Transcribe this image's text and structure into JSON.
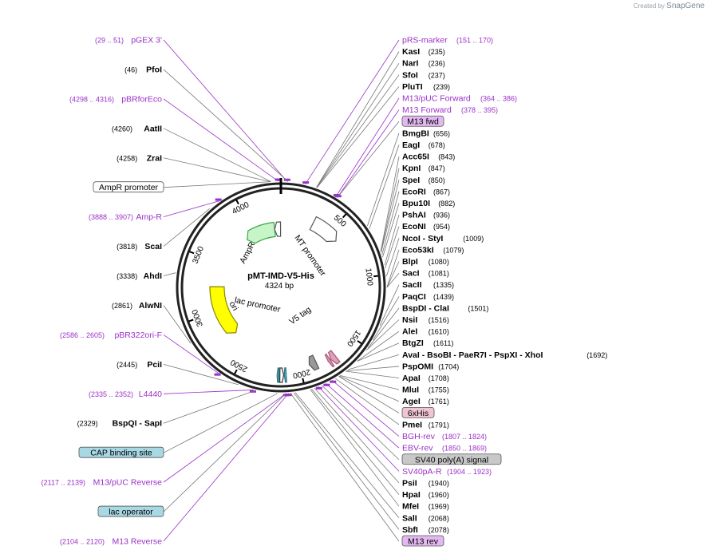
{
  "watermark": {
    "prefix": "Created by",
    "brand": "SnapGene"
  },
  "plasmid": {
    "name": "pMT-IMD-V5-His",
    "length": "4324 bp",
    "total_bp": 4324
  },
  "ticks": [
    {
      "label": "500",
      "bp": 500
    },
    {
      "label": "1000",
      "bp": 1000
    },
    {
      "label": "1500",
      "bp": 1500
    },
    {
      "label": "2000",
      "bp": 2000
    },
    {
      "label": "2500",
      "bp": 2500
    },
    {
      "label": "3000",
      "bp": 3000
    },
    {
      "label": "3500",
      "bp": 3500
    },
    {
      "label": "4000",
      "bp": 4000
    }
  ],
  "features": [
    {
      "label": "AmpR",
      "start": 3900,
      "end": 4250,
      "color": "#c8f5c8",
      "stroke": "#3aa64a",
      "dir": -1,
      "r": 73
    },
    {
      "label": "AmpR promoter",
      "start": 4250,
      "end": 4320,
      "color": "#ffffff",
      "stroke": "#555555",
      "dir": -1,
      "r": 73
    },
    {
      "label": "ori",
      "start": 2700,
      "end": 3250,
      "color": "#ffff00",
      "stroke": "#888800",
      "dir": -1,
      "r": 80
    },
    {
      "label": "MT promoter",
      "start": 320,
      "end": 600,
      "color": "#ffffff",
      "stroke": "#555555",
      "dir": 1,
      "r": 90
    },
    {
      "label": "V5 tag",
      "start": 1700,
      "end": 1745,
      "color": "#dda0b8",
      "stroke": "#aa5577",
      "dir": 1,
      "r": 110
    },
    {
      "label": "6xHis",
      "start": 1752,
      "end": 1770,
      "color": "#dda0b8",
      "stroke": "#aa5577",
      "dir": 1,
      "r": 110
    },
    {
      "label": "lac promoter",
      "start": 2140,
      "end": 2170,
      "color": "#ffffff",
      "stroke": "#333333",
      "dir": -1,
      "r": 110
    },
    {
      "label": "lac operator",
      "start": 2120,
      "end": 2135,
      "color": "#5ab4c8",
      "stroke": "#2a7488",
      "dir": 1,
      "r": 110
    },
    {
      "label": "CAP binding site",
      "start": 2178,
      "end": 2192,
      "color": "#5ab4c8",
      "stroke": "#2a7488",
      "dir": 1,
      "r": 110
    },
    {
      "label": "SV40 poly(A) signal",
      "start": 1860,
      "end": 1920,
      "color": "#999999",
      "stroke": "#555555",
      "dir": 1,
      "r": 103
    }
  ],
  "center_labels": [
    {
      "text": "AmpR",
      "rot": -62
    },
    {
      "text": "MT promoter",
      "rot": 55
    },
    {
      "text": "ori",
      "rot": 60
    },
    {
      "text": "lac promoter",
      "rot": 12
    },
    {
      "text": "V5 tag",
      "rot": -35
    }
  ],
  "annotations": [
    {
      "name": "(29 .. 51)",
      "label": "pGEX 3'",
      "kind": "primer",
      "bp": 40,
      "side": "left"
    },
    {
      "name": "(46)",
      "label": "PfoI",
      "kind": "enzyme",
      "bp": 46,
      "side": "left"
    },
    {
      "name": "(4298 .. 4316)",
      "label": "pBRforEco",
      "kind": "primer",
      "bp": 4307,
      "side": "left"
    },
    {
      "name": "(4260)",
      "label": "AatII",
      "kind": "enzyme",
      "bp": 4260,
      "side": "left"
    },
    {
      "name": "(4258)",
      "label": "ZraI",
      "kind": "enzyme",
      "bp": 4258,
      "side": "left"
    },
    {
      "name": "",
      "label": "AmpR promoter",
      "kind": "box-white",
      "bp": 4250,
      "side": "left"
    },
    {
      "name": "(3888 .. 3907)",
      "label": "Amp-R",
      "kind": "primer",
      "bp": 3898,
      "side": "left"
    },
    {
      "name": "(3818)",
      "label": "ScaI",
      "kind": "enzyme",
      "bp": 3818,
      "side": "left"
    },
    {
      "name": "(3338)",
      "label": "AhdI",
      "kind": "enzyme",
      "bp": 3338,
      "side": "left"
    },
    {
      "name": "(2861)",
      "label": "AlwNI",
      "kind": "enzyme",
      "bp": 2861,
      "side": "left"
    },
    {
      "name": "(2586 .. 2605)",
      "label": "pBR322ori-F",
      "kind": "primer",
      "bp": 2595,
      "side": "left"
    },
    {
      "name": "(2445)",
      "label": "PciI",
      "kind": "enzyme",
      "bp": 2445,
      "side": "left"
    },
    {
      "name": "(2335 .. 2352)",
      "label": "L4440",
      "kind": "primer",
      "bp": 2343,
      "side": "left"
    },
    {
      "name": "(2329)",
      "label": "BspQI - SapI",
      "kind": "enzyme",
      "bp": 2329,
      "side": "left"
    },
    {
      "name": "",
      "label": "CAP binding site",
      "kind": "box-teal",
      "bp": 2185,
      "side": "left"
    },
    {
      "name": "(2117 .. 2139)",
      "label": "M13/pUC Reverse",
      "kind": "primer",
      "bp": 2128,
      "side": "left"
    },
    {
      "name": "",
      "label": "lac operator",
      "kind": "box-teal",
      "bp": 2128,
      "side": "left"
    },
    {
      "name": "(2104 .. 2120)",
      "label": "M13 Reverse",
      "kind": "primer",
      "bp": 2112,
      "side": "left"
    },
    {
      "name": "",
      "label": "pRS-marker",
      "kind": "primer",
      "bp": 160,
      "side": "right",
      "range": "(151 .. 170)"
    },
    {
      "name": "(235)",
      "label": "KasI",
      "kind": "enzyme",
      "bp": 235,
      "side": "right"
    },
    {
      "name": "(236)",
      "label": "NarI",
      "kind": "enzyme",
      "bp": 236,
      "side": "right"
    },
    {
      "name": "(237)",
      "label": "SfoI",
      "kind": "enzyme",
      "bp": 237,
      "side": "right"
    },
    {
      "name": "(239)",
      "label": "PluTI",
      "kind": "enzyme",
      "bp": 239,
      "side": "right"
    },
    {
      "name": "(364 .. 386)",
      "label": "M13/pUC Forward",
      "kind": "primer",
      "bp": 375,
      "side": "right"
    },
    {
      "name": "(378 .. 395)",
      "label": "M13 Forward",
      "kind": "primer",
      "bp": 386,
      "side": "right"
    },
    {
      "name": "",
      "label": "M13 fwd",
      "kind": "box-purple",
      "bp": 386,
      "side": "right"
    },
    {
      "name": "(656)",
      "label": "BmgBI",
      "kind": "enzyme",
      "bp": 656,
      "side": "right"
    },
    {
      "name": "(678)",
      "label": "EagI",
      "kind": "enzyme",
      "bp": 678,
      "side": "right"
    },
    {
      "name": "(843)",
      "label": "Acc65I",
      "kind": "enzyme",
      "bp": 843,
      "side": "right"
    },
    {
      "name": "(847)",
      "label": "KpnI",
      "kind": "enzyme",
      "bp": 847,
      "side": "right"
    },
    {
      "name": "(850)",
      "label": "SpeI",
      "kind": "enzyme",
      "bp": 850,
      "side": "right"
    },
    {
      "name": "(867)",
      "label": "EcoRI",
      "kind": "enzyme",
      "bp": 867,
      "side": "right"
    },
    {
      "name": "(882)",
      "label": "Bpu10I",
      "kind": "enzyme",
      "bp": 882,
      "side": "right"
    },
    {
      "name": "(936)",
      "label": "PshAI",
      "kind": "enzyme",
      "bp": 936,
      "side": "right"
    },
    {
      "name": "(954)",
      "label": "EcoNI",
      "kind": "enzyme",
      "bp": 954,
      "side": "right"
    },
    {
      "name": "(1009)",
      "label": "NcoI - StyI",
      "kind": "enzyme",
      "bp": 1009,
      "side": "right"
    },
    {
      "name": "(1079)",
      "label": "Eco53kI",
      "kind": "enzyme",
      "bp": 1079,
      "side": "right"
    },
    {
      "name": "(1080)",
      "label": "BlpI",
      "kind": "enzyme",
      "bp": 1080,
      "side": "right"
    },
    {
      "name": "(1081)",
      "label": "SacI",
      "kind": "enzyme",
      "bp": 1081,
      "side": "right"
    },
    {
      "name": "(1335)",
      "label": "SacII",
      "kind": "enzyme",
      "bp": 1335,
      "side": "right"
    },
    {
      "name": "(1439)",
      "label": "PaqCI",
      "kind": "enzyme",
      "bp": 1439,
      "side": "right"
    },
    {
      "name": "(1501)",
      "label": "BspDI - ClaI",
      "kind": "enzyme",
      "bp": 1501,
      "side": "right"
    },
    {
      "name": "(1516)",
      "label": "NsiI",
      "kind": "enzyme",
      "bp": 1516,
      "side": "right"
    },
    {
      "name": "(1610)",
      "label": "AleI",
      "kind": "enzyme",
      "bp": 1610,
      "side": "right"
    },
    {
      "name": "(1611)",
      "label": "BtgZI",
      "kind": "enzyme",
      "bp": 1611,
      "side": "right"
    },
    {
      "name": "(1692)",
      "label": "AvaI - BsoBI - PaeR7I - PspXI - XhoI",
      "kind": "enzyme",
      "bp": 1692,
      "side": "right"
    },
    {
      "name": "(1704)",
      "label": "PspOMI",
      "kind": "enzyme",
      "bp": 1704,
      "side": "right"
    },
    {
      "name": "(1708)",
      "label": "ApaI",
      "kind": "enzyme",
      "bp": 1708,
      "side": "right"
    },
    {
      "name": "(1755)",
      "label": "MluI",
      "kind": "enzyme",
      "bp": 1755,
      "side": "right"
    },
    {
      "name": "(1761)",
      "label": "AgeI",
      "kind": "enzyme",
      "bp": 1761,
      "side": "right"
    },
    {
      "name": "",
      "label": "6xHis",
      "kind": "box-pink",
      "bp": 1765,
      "side": "right"
    },
    {
      "name": "(1791)",
      "label": "PmeI",
      "kind": "enzyme",
      "bp": 1791,
      "side": "right"
    },
    {
      "name": "(1807 .. 1824)",
      "label": "BGH-rev",
      "kind": "primer",
      "bp": 1815,
      "side": "right"
    },
    {
      "name": "(1850 .. 1869)",
      "label": "EBV-rev",
      "kind": "primer",
      "bp": 1860,
      "side": "right"
    },
    {
      "name": "",
      "label": "SV40 poly(A) signal",
      "kind": "box-grey",
      "bp": 1890,
      "side": "right"
    },
    {
      "name": "(1904 .. 1923)",
      "label": "SV40pA-R",
      "kind": "primer",
      "bp": 1913,
      "side": "right"
    },
    {
      "name": "(1940)",
      "label": "PsiI",
      "kind": "enzyme",
      "bp": 1940,
      "side": "right"
    },
    {
      "name": "(1960)",
      "label": "HpaI",
      "kind": "enzyme",
      "bp": 1960,
      "side": "right"
    },
    {
      "name": "(1969)",
      "label": "MfeI",
      "kind": "enzyme",
      "bp": 1969,
      "side": "right"
    },
    {
      "name": "(2068)",
      "label": "SalI",
      "kind": "enzyme",
      "bp": 2068,
      "side": "right"
    },
    {
      "name": "(2078)",
      "label": "SbfI",
      "kind": "enzyme",
      "bp": 2078,
      "side": "right"
    },
    {
      "name": "",
      "label": "M13 rev",
      "kind": "box-purple",
      "bp": 2100,
      "side": "right"
    }
  ]
}
